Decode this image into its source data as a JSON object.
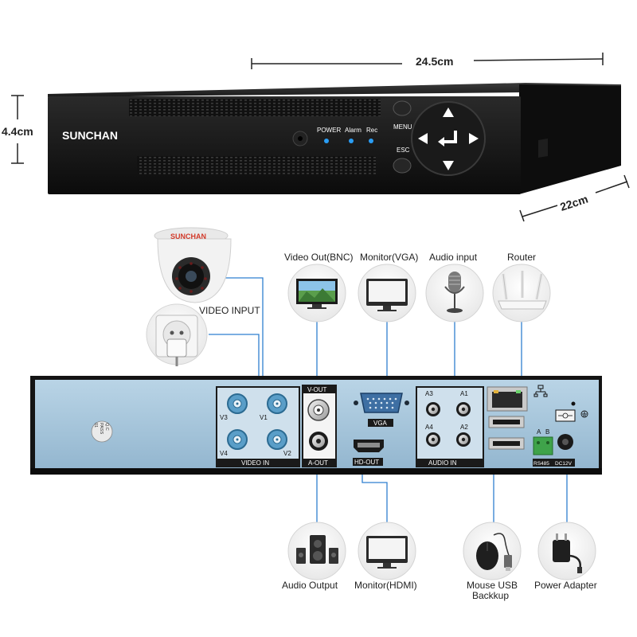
{
  "dimensions": {
    "width": "24.5cm",
    "height": "4.4cm",
    "depth": "22cm"
  },
  "front_panel": {
    "brand": "SUNCHAN",
    "indicators": [
      "POWER",
      "Alarm",
      "Rec"
    ],
    "menu_label": "MENU",
    "esc_label": "ESC"
  },
  "camera_brand": "SUNCHAN",
  "callouts": {
    "video_input": "VIDEO INPUT",
    "video_out_bnc": "Video Out(BNC)",
    "monitor_vga": "Monitor(VGA)",
    "audio_input": "Audio input",
    "router": "Router",
    "audio_output": "Audio Output",
    "monitor_hdmi": "Monitor(HDMI)",
    "mouse_usb_1": "Mouse USB",
    "mouse_usb_2": "Backkup",
    "power_adapter": "Power Adapter"
  },
  "rear_panel": {
    "qc_line1": "Q.C",
    "qc_line2": "PASS",
    "qc_line3": "01",
    "video_in_label": "VIDEO IN",
    "video_channels": [
      "V3",
      "V1",
      "V4",
      "V2"
    ],
    "v_out_label": "V-OUT",
    "a_out_label": "A-OUT",
    "vga_label": "VGA",
    "hdout_label": "HD-OUT",
    "audio_in_label": "AUDIO IN",
    "audio_channels": [
      "A3",
      "A1",
      "A4",
      "A2"
    ],
    "rs485_label": "RS485",
    "rs485_pins": [
      "A",
      "B"
    ],
    "dc_label": "DC12V"
  },
  "colors": {
    "chassis": "#141414",
    "panel": "#a8c6dc",
    "callout_line": "#2f7fd0",
    "indicator": "#2a9df4"
  }
}
